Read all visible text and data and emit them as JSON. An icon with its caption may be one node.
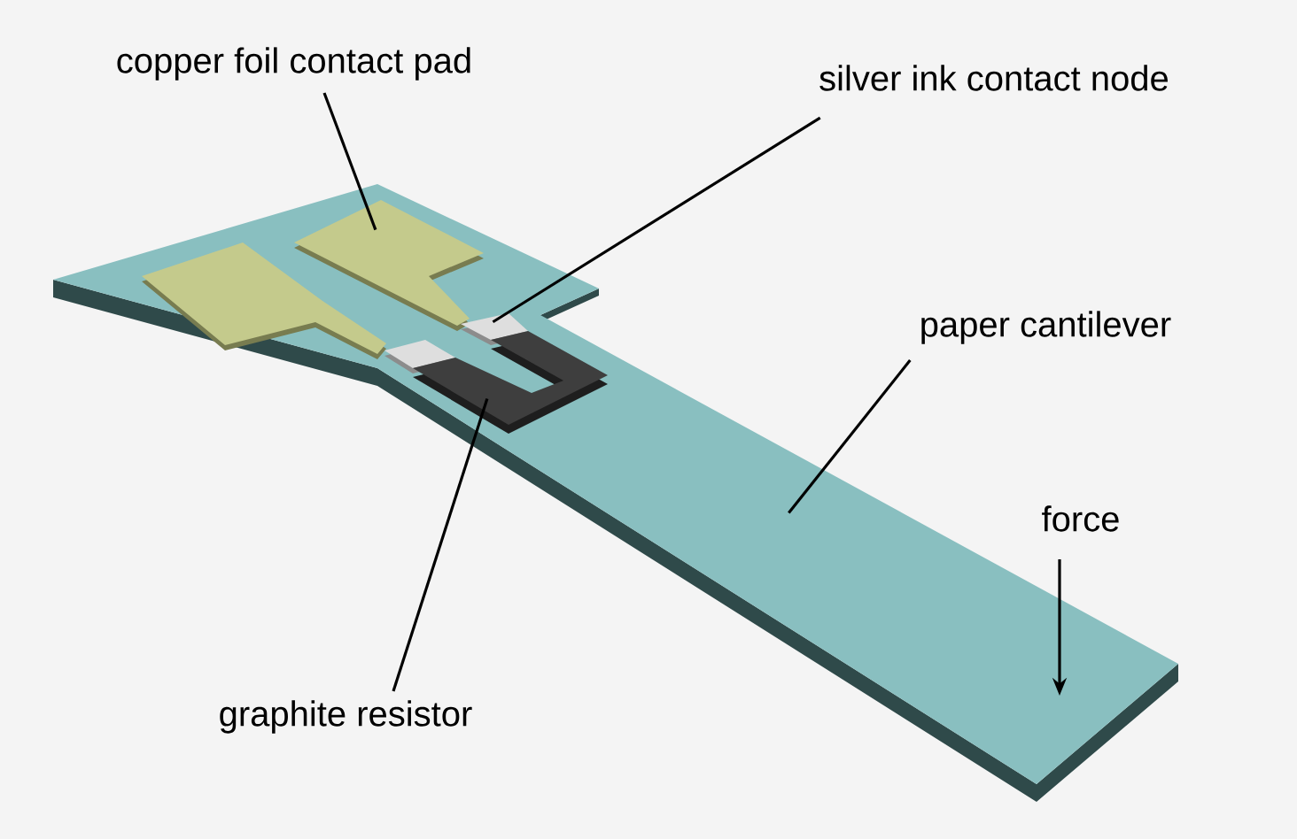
{
  "diagram": {
    "nodes": [
      {
        "text": [
          "copper foil contact pad"
        ]
      },
      {
        "text": [
          "silver ink contact node"
        ]
      },
      {
        "text": [
          "paper cantilever"
        ]
      },
      {
        "text": [
          "graphite resistor"
        ]
      },
      {
        "text": [],
        "shape": "bar"
      },
      {
        "text": [],
        "shape": "box",
        "in": 4
      },
      {
        "text": [],
        "shape": "box",
        "in": 4
      },
      {
        "text": [],
        "shape": "box",
        "in": 4
      },
      {
        "text": [],
        "shape": "box",
        "in": 4
      },
      {
        "text": [],
        "shape": "box",
        "in": 4
      }
    ],
    "edges": [
      {
        "from": 0,
        "to": 6,
        "arrow": "none"
      },
      {
        "from": 1,
        "to": 8,
        "arrow": "none"
      },
      {
        "from": 2,
        "to": 4,
        "arrow": "none"
      },
      {
        "from": 3,
        "to": 9,
        "arrow": "none"
      }
    ],
    "labels": [
      "force"
    ]
  }
}
